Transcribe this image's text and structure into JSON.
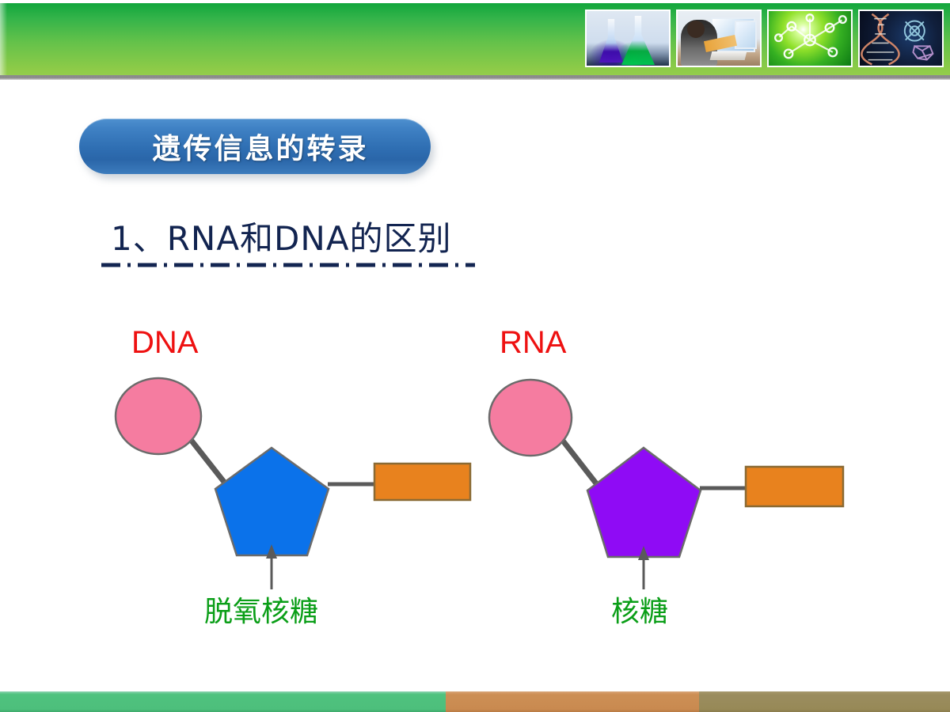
{
  "slide": {
    "title": "遗传信息的转录",
    "subtitle": "1、RNA和DNA的区别"
  },
  "header": {
    "thumbnails": [
      {
        "name": "lab-flasks-photo",
        "alt": "实验烧瓶"
      },
      {
        "name": "computer-work-photo",
        "alt": "电脑工作"
      },
      {
        "name": "green-molecule-photo",
        "alt": "绿色分子"
      },
      {
        "name": "dna-structure-photo",
        "alt": "DNA结构"
      }
    ]
  },
  "diagram": {
    "left": {
      "molecule_label": "DNA",
      "sugar_label": "脱氧核糖",
      "base_shape": "circle",
      "sugar_shape": "pentagon",
      "phosphate_shape": "rectangle",
      "colors": {
        "base": "#f57ca0",
        "sugar": "#0b72ea",
        "phosphate": "#e8821e",
        "connector": "#5a5a5a"
      }
    },
    "right": {
      "molecule_label": "RNA",
      "sugar_label": "核糖",
      "base_shape": "circle",
      "sugar_shape": "pentagon",
      "phosphate_shape": "rectangle",
      "colors": {
        "base": "#f57ca0",
        "sugar": "#8f0bf5",
        "phosphate": "#e8821e",
        "connector": "#5a5a5a"
      }
    }
  },
  "theme": {
    "header_green_top": "#12a63c",
    "header_green_bottom": "#93cd4c",
    "title_blue": "#2f6fb3",
    "subtitle_navy": "#122450",
    "label_red": "#ee1111",
    "label_green": "#0a9e17",
    "footer_green": "#4dbf7c",
    "footer_orange": "#c98a50",
    "footer_olive": "#978957"
  }
}
